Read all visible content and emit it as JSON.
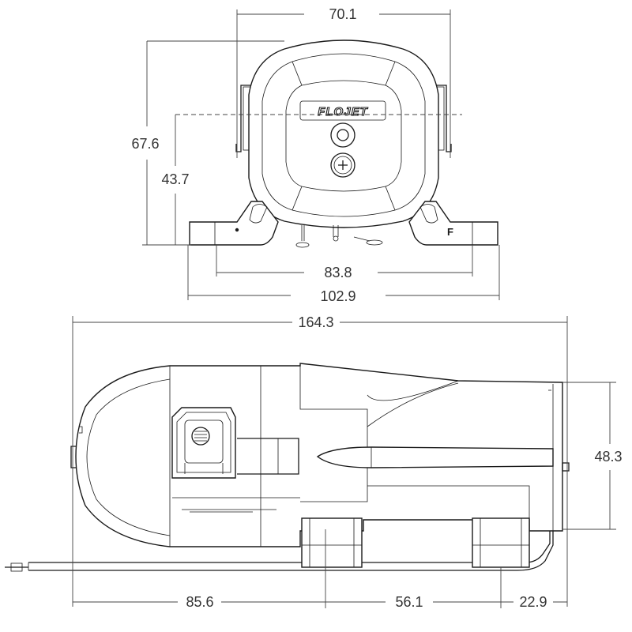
{
  "brand_label": "FLOJET",
  "polarity_mark": "F",
  "dimensions": {
    "front_width": "70.1",
    "front_height": "67.6",
    "front_center_height": "43.7",
    "front_mount_spacing": "83.8",
    "front_base_width": "102.9",
    "side_length": "164.3",
    "side_height": "48.3",
    "side_front_offset": "85.6",
    "side_mount_spacing": "56.1",
    "side_rear_offset": "22.9"
  },
  "colors": {
    "line": "#1a1a1a",
    "dimension_line": "#444444",
    "text": "#333333"
  }
}
